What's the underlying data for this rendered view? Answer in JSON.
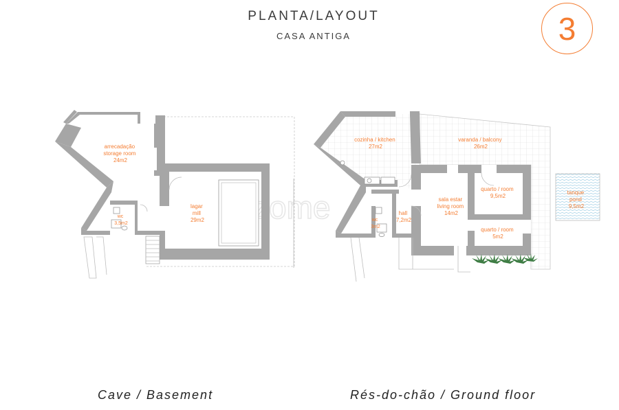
{
  "header": {
    "title": "PLANTA/LAYOUT",
    "subtitle": "CASA ANTIGA",
    "page_number": "3"
  },
  "watermark": "zzome",
  "basement": {
    "caption": "Cave / Basement",
    "rooms": [
      {
        "lines": [
          "arrecadação",
          "storage room"
        ],
        "area": "24m2"
      },
      {
        "lines": [
          "lagar",
          "mill"
        ],
        "area": "29m2"
      },
      {
        "lines": [
          "wc"
        ],
        "area": "3,5m2"
      }
    ]
  },
  "ground_floor": {
    "caption": "Rés-do-chão / Ground floor",
    "rooms": [
      {
        "lines": [
          "cozinha / kitchen"
        ],
        "area": "27m2"
      },
      {
        "lines": [
          "varanda / balcony"
        ],
        "area": "26m2"
      },
      {
        "lines": [
          "sala estar",
          "living room"
        ],
        "area": "14m2"
      },
      {
        "lines": [
          "quarto / room"
        ],
        "area": "9,5m2"
      },
      {
        "lines": [
          "quarto / room"
        ],
        "area": "5m2"
      },
      {
        "lines": [
          "hall"
        ],
        "area": "7,2m2"
      },
      {
        "lines": [
          "wc"
        ],
        "area": "3m2"
      },
      {
        "lines": [
          "tanque",
          "pond"
        ],
        "area": "9,5m2"
      }
    ]
  },
  "colors": {
    "accent": "#f47d32",
    "wall": "#a6a6a6",
    "tile": "#d9d9d9",
    "text": "#3b3b3b"
  }
}
